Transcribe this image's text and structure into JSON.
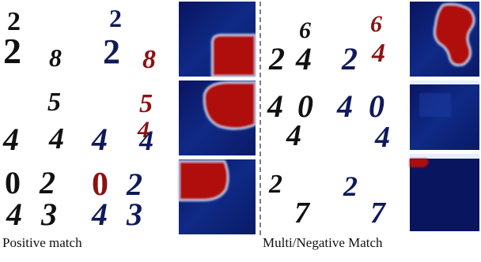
{
  "captions": {
    "left": "Positive match",
    "right": "Multi/Negative Match"
  },
  "colors": {
    "ink": "#111111",
    "navy": "#101a5a",
    "maroon": "#8c1212",
    "heat_low": "#0a1a66",
    "heat_high": "#b01010",
    "divider": "#555555"
  },
  "panels": [
    {
      "side": "positive",
      "rows": [
        {
          "digits": [
            {
              "char": "2",
              "highlight": false
            },
            {
              "char": "2",
              "highlight": false
            },
            {
              "char": "8",
              "highlight": true
            }
          ]
        },
        {
          "digits": [
            {
              "char": "5",
              "highlight": true
            },
            {
              "char": "4",
              "highlight": false
            },
            {
              "char": "4",
              "highlight": true
            }
          ]
        },
        {
          "digits": [
            {
              "char": "0",
              "highlight": true
            },
            {
              "char": "2",
              "highlight": false
            },
            {
              "char": "4",
              "highlight": false
            },
            {
              "char": "3",
              "highlight": false
            }
          ]
        }
      ]
    },
    {
      "side": "multi-negative",
      "rows": [
        {
          "digits": [
            {
              "char": "6",
              "highlight": true
            },
            {
              "char": "2",
              "highlight": false
            },
            {
              "char": "4",
              "highlight": true
            }
          ]
        },
        {
          "digits": [
            {
              "char": "4",
              "highlight": false
            },
            {
              "char": "0",
              "highlight": false
            },
            {
              "char": "4",
              "highlight": false
            }
          ]
        },
        {
          "digits": [
            {
              "char": "2",
              "highlight": false
            },
            {
              "char": "7",
              "highlight": false
            }
          ]
        }
      ]
    }
  ]
}
